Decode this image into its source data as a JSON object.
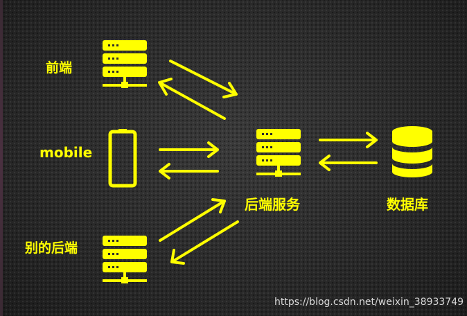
{
  "colors": {
    "accent": "#ffff00",
    "background": "#2b2b2b",
    "watermark": "#d8d8d8"
  },
  "nodes": {
    "frontend": {
      "label": "前端",
      "icon": "server-icon"
    },
    "mobile": {
      "label": "mobile",
      "icon": "phone-icon"
    },
    "other_backend": {
      "label": "别的后端",
      "icon": "server-icon"
    },
    "backend_service": {
      "label": "后端服务",
      "icon": "server-icon"
    },
    "database": {
      "label": "数据库",
      "icon": "database-icon"
    }
  },
  "connections": [
    {
      "from": "frontend",
      "to": "backend_service",
      "direction": "bidirectional"
    },
    {
      "from": "mobile",
      "to": "backend_service",
      "direction": "bidirectional"
    },
    {
      "from": "other_backend",
      "to": "backend_service",
      "direction": "bidirectional"
    },
    {
      "from": "backend_service",
      "to": "database",
      "direction": "bidirectional"
    }
  ],
  "watermark": "https://blog.csdn.net/weixin_38933749"
}
